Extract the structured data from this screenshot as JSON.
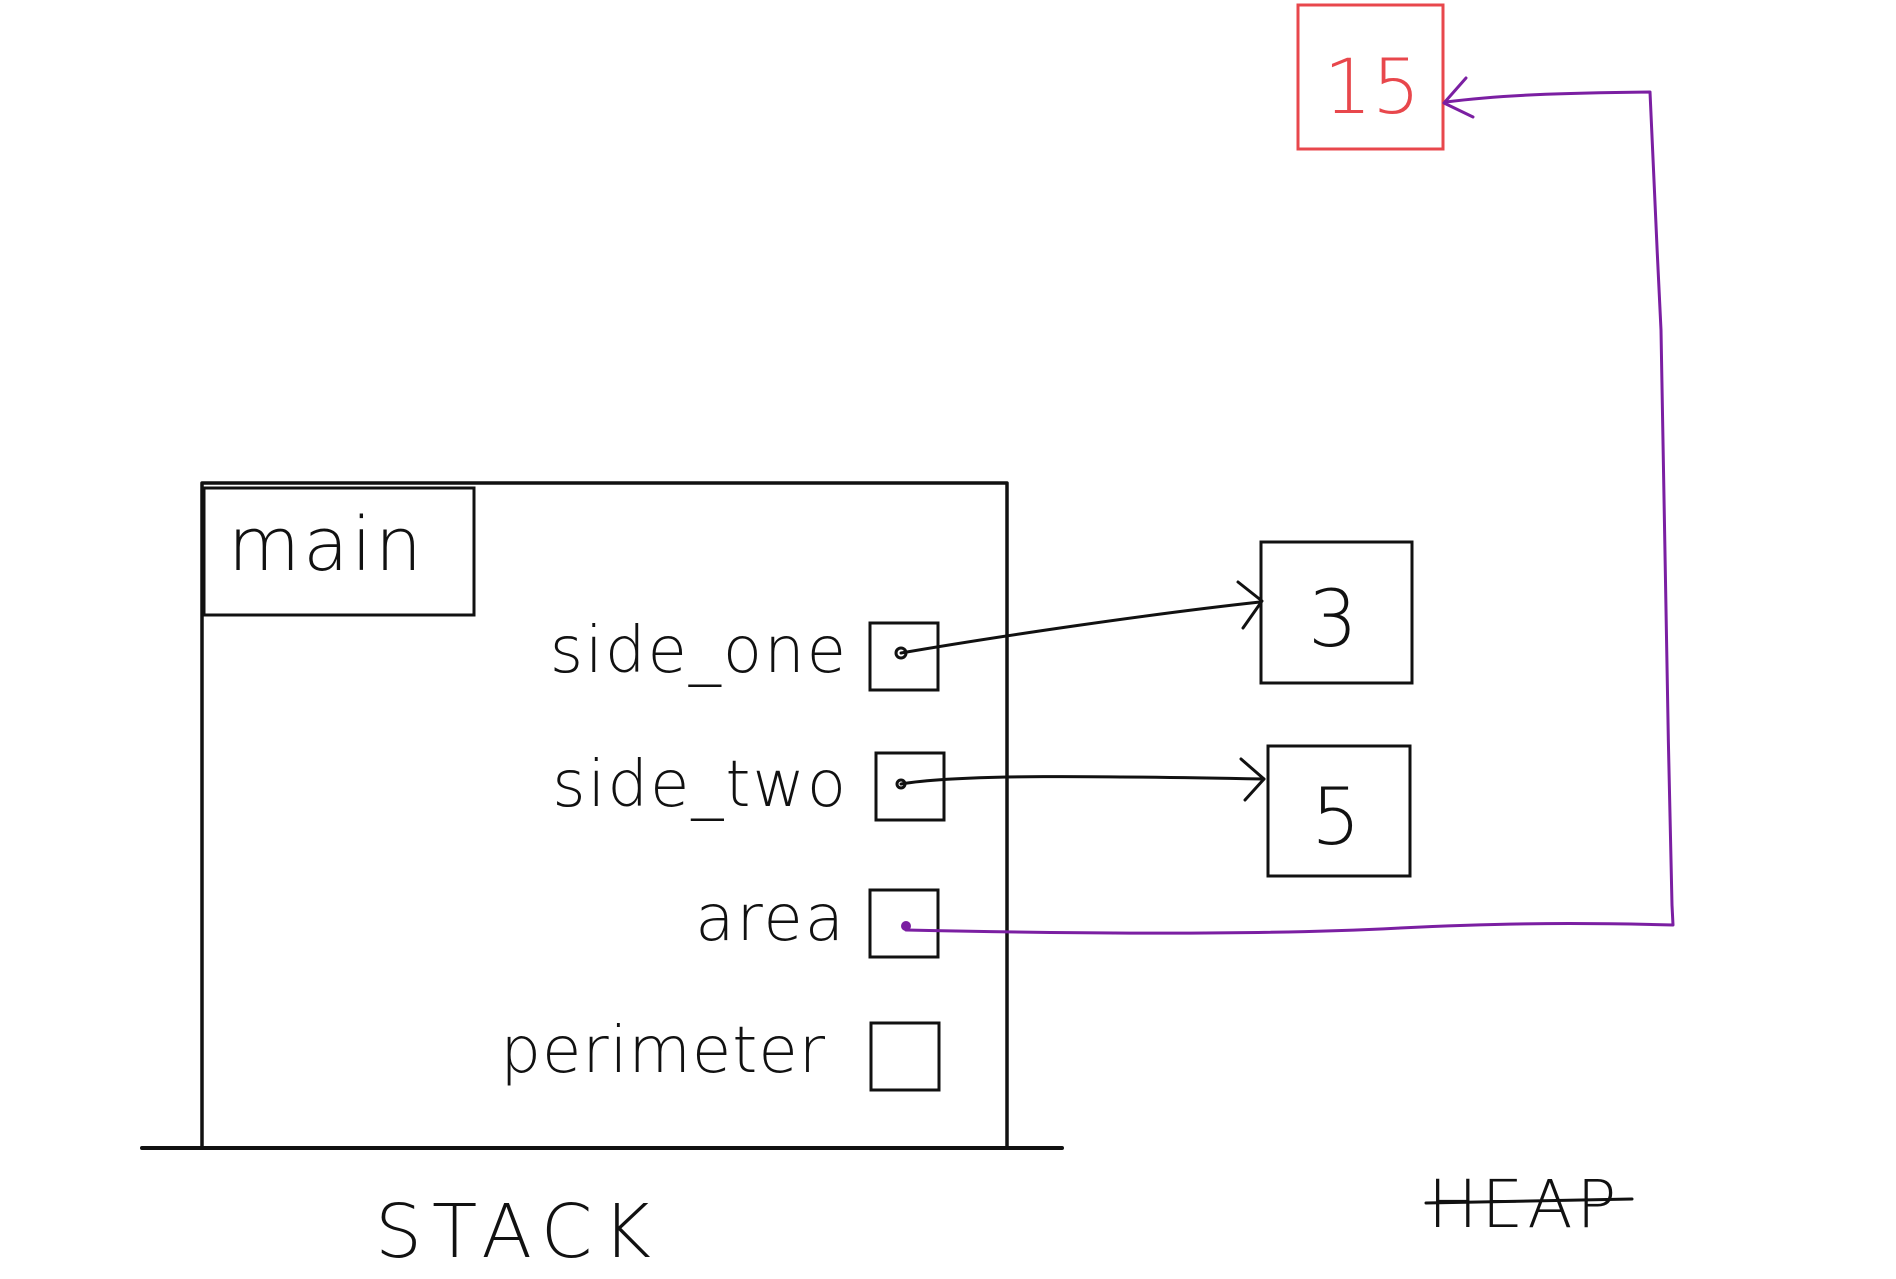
{
  "frame": {
    "name": "main"
  },
  "stack": {
    "label": "STACK",
    "variables": [
      {
        "name": "side_one",
        "pointer": true,
        "target": "heap_three"
      },
      {
        "name": "side_two",
        "pointer": true,
        "target": "heap_five"
      },
      {
        "name": "area",
        "pointer": true,
        "target": "heap_fifteen"
      },
      {
        "name": "perimeter",
        "pointer": false,
        "target": ""
      }
    ]
  },
  "heap": {
    "label": "HEAP",
    "values": {
      "heap_three": "3",
      "heap_five": "5",
      "heap_fifteen": "15"
    }
  },
  "colors": {
    "ink": "#111111",
    "heap_new_value": "#e8474c",
    "area_pointer": "#7b1fa2"
  }
}
